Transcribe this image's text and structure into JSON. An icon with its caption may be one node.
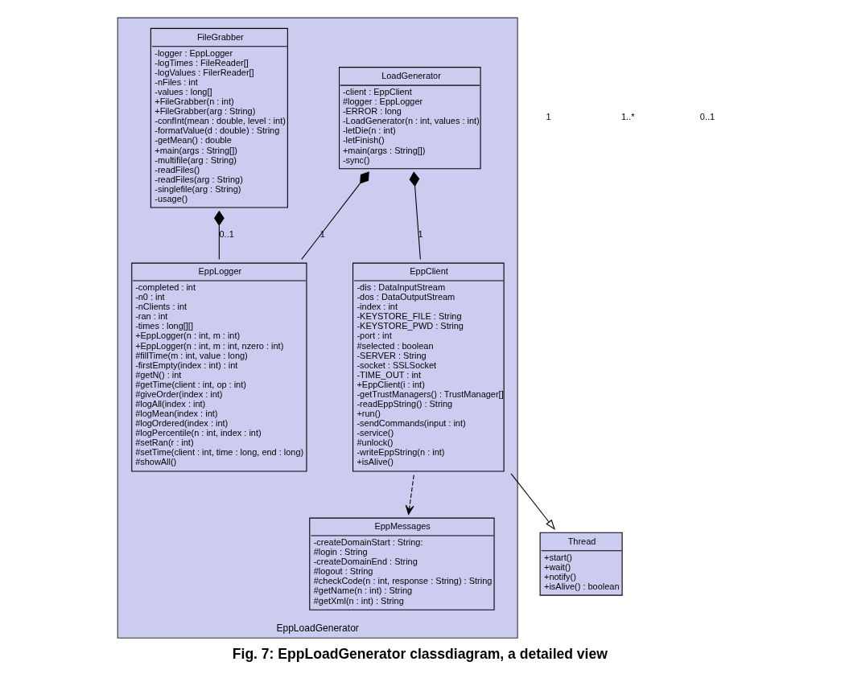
{
  "diagram": {
    "caption": "Fig. 7: EppLoadGenerator classdiagram, a detailed view",
    "nodes": [
      {
        "text": [
          "EppLoadGenerator"
        ]
      },
      {
        "text": [
          "LoadGenerator",
          "-client : EppClient",
          "#logger : EppLogger",
          "-ERROR : long",
          "-LoadGenerator(n : int, values : int)",
          "-letDie(n : int)",
          "-letFinish()",
          "+main(args : String[])",
          "-sync()"
        ],
        "in": 0
      },
      {
        "text": [
          "EppLogger",
          "-completed : int",
          "-n0 : int",
          "-nClients : int",
          "-ran : int",
          "-times : long[][]",
          "+EppLogger(n : int, m : int)",
          "+EppLogger(n : int, m : int, nzero : int)",
          "#fillTime(m : int, value : long)",
          "-firstEmpty(index : int) : int",
          "#getN() : int",
          "#getTime(client : int, op : int)",
          "#giveOrder(index : int)",
          "#logAll(index : int)",
          "#logMean(index : int)",
          "#logOrdered(index : int)",
          "#logPercentile(n : int, index : int)",
          "#setRan(r : int)",
          "#setTime(client : int, time : long, end : long)",
          "#showAll()"
        ],
        "in": 0
      },
      {
        "text": [
          "FileGrabber",
          "-logger : EppLogger",
          "-logTimes : FileReader[]",
          "-logValues : FilerReader[]",
          "-nFiles : int",
          "-values : long[]",
          "+FileGrabber(n : int)",
          "+FileGrabber(arg : String)",
          "-confInt(mean : double, level : int)",
          "-formatValue(d : double) : String",
          "-getMean() : double",
          "+main(args : String[])",
          "-multifile(arg : String)",
          "-readFiles()",
          "-readFiles(arg : String)",
          "-singlefile(arg : String)",
          "-usage()"
        ],
        "in": 0
      },
      {
        "text": [
          "EppClient",
          "-dis : DataInputStream",
          "-dos : DataOutputStream",
          "-index : int",
          "-KEYSTORE_FILE : String",
          "-KEYSTORE_PWD : String",
          "-port : int",
          "#selected : boolean",
          "-SERVER : String",
          "-socket : SSLSocket",
          "-TIME_OUT : int",
          "+EppClient(i : int)",
          "-getTrustManagers() : TrustManager[]",
          "-readEppString() : String",
          "+run()",
          "-sendCommands(input : int)",
          "-service()",
          "#unlock()",
          "-writeEppString(n : int)",
          "+isAlive()"
        ],
        "in": 0
      },
      {
        "text": [
          "EppMessages",
          "-createDomainStart : String:",
          "#login : String",
          "-createDomainEnd : String",
          "#logout : String",
          "#checkCode(n : int, response : String) : String",
          "#getName(n : int) : String",
          "#getXml(n : int) : String"
        ],
        "in": 0
      },
      {
        "text": [
          "Thread",
          "+start()",
          "+wait()",
          "+notify()",
          "+isAlive() : boolean"
        ]
      }
    ],
    "edges": [
      {
        "from": 1,
        "to": 2,
        "arrow": "other",
        "label": "1"
      },
      {
        "from": 1,
        "to": 4,
        "arrow": "other",
        "label": "1"
      },
      {
        "from": 3,
        "to": 2,
        "arrow": "other",
        "label": "0..1"
      },
      {
        "from": 4,
        "to": 5,
        "arrow": "to",
        "style": "dashed"
      },
      {
        "from": 4,
        "to": 6,
        "arrow": "to"
      }
    ],
    "labels": [
      "1",
      "1..*",
      "0..1"
    ]
  }
}
